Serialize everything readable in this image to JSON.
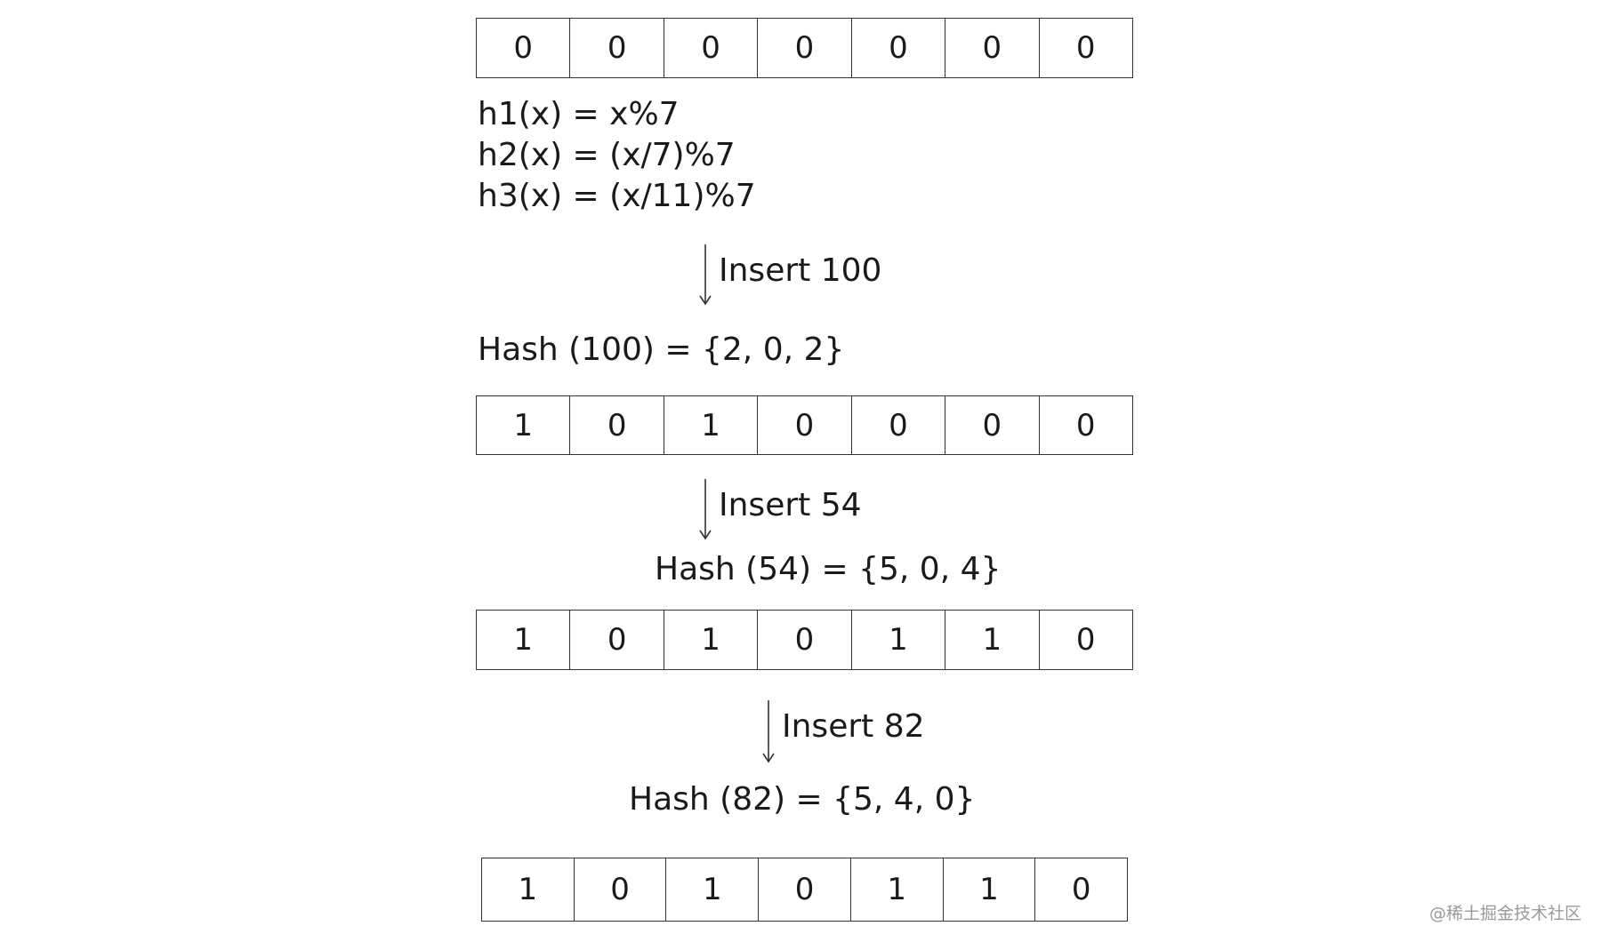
{
  "arrays": [
    [
      "0",
      "0",
      "0",
      "0",
      "0",
      "0",
      "0"
    ],
    [
      "1",
      "0",
      "1",
      "0",
      "0",
      "0",
      "0"
    ],
    [
      "1",
      "0",
      "1",
      "0",
      "1",
      "1",
      "0"
    ],
    [
      "1",
      "0",
      "1",
      "0",
      "1",
      "1",
      "0"
    ]
  ],
  "hash_functions": [
    "h1(x) = x%7",
    "h2(x) = (x/7)%7",
    "h3(x) = (x/11)%7"
  ],
  "steps": [
    {
      "label": "Insert 100",
      "hash": "Hash (100) = {2, 0, 2}"
    },
    {
      "label": "Insert 54",
      "hash": "Hash (54) = {5, 0, 4}"
    },
    {
      "label": "Insert 82",
      "hash": "Hash (82) = {5, 4, 0}"
    }
  ],
  "watermark": "@稀土掘金技术社区"
}
